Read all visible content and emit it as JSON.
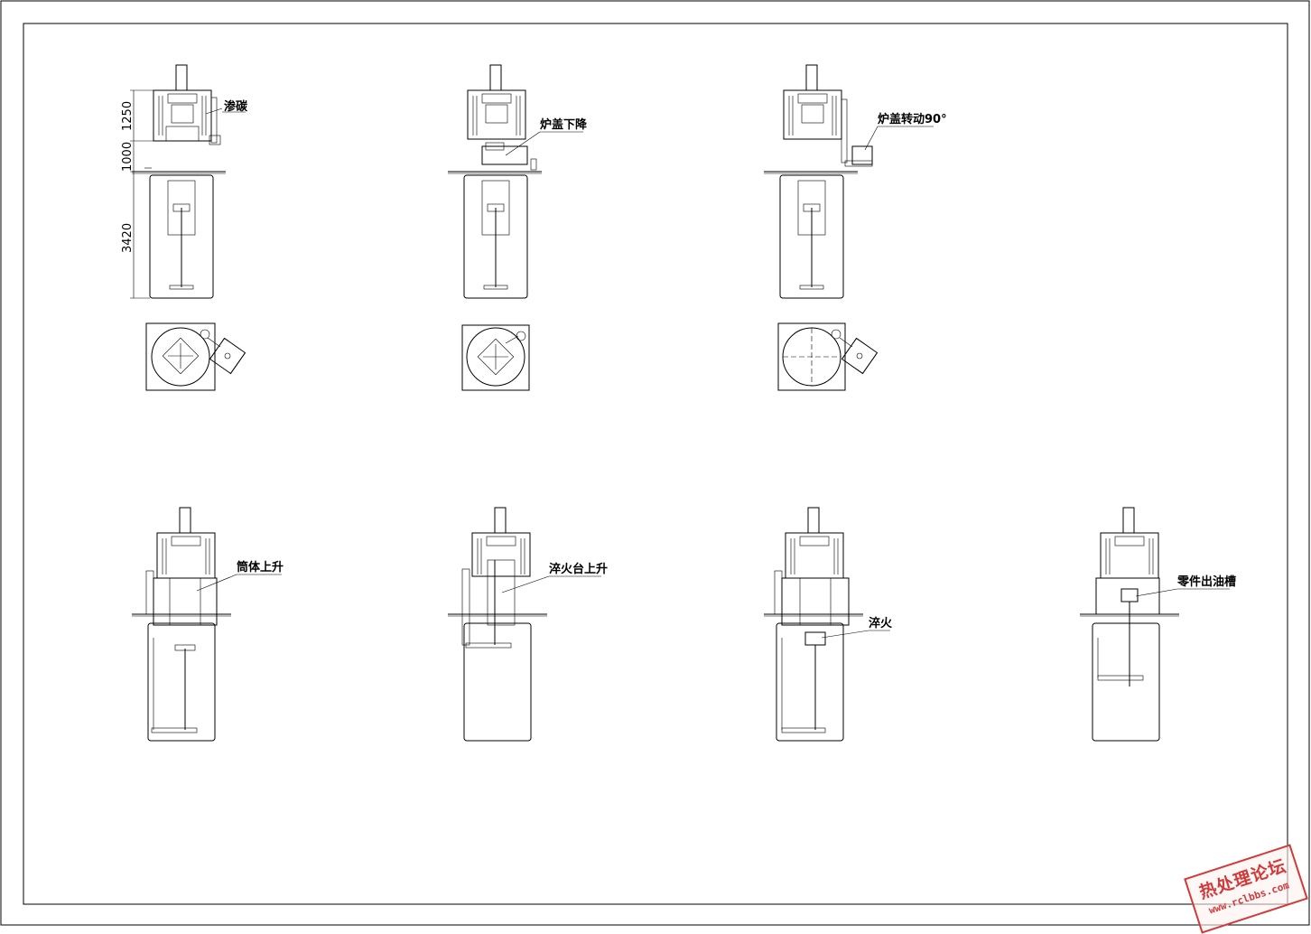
{
  "drawing": {
    "top_row": [
      {
        "label": "渗碳",
        "dims": [
          "1250",
          "1000",
          "3420"
        ]
      },
      {
        "label": "炉盖下降"
      },
      {
        "label": "炉盖转动90°"
      }
    ],
    "bottom_row": [
      {
        "label": "筒体上升"
      },
      {
        "label": "淬火台上升"
      },
      {
        "label": "淬火"
      },
      {
        "label": "零件出油槽"
      }
    ]
  },
  "watermark": {
    "title": "热处理论坛",
    "url": "www.rclbbs.com",
    "color": "#d23a3a"
  }
}
